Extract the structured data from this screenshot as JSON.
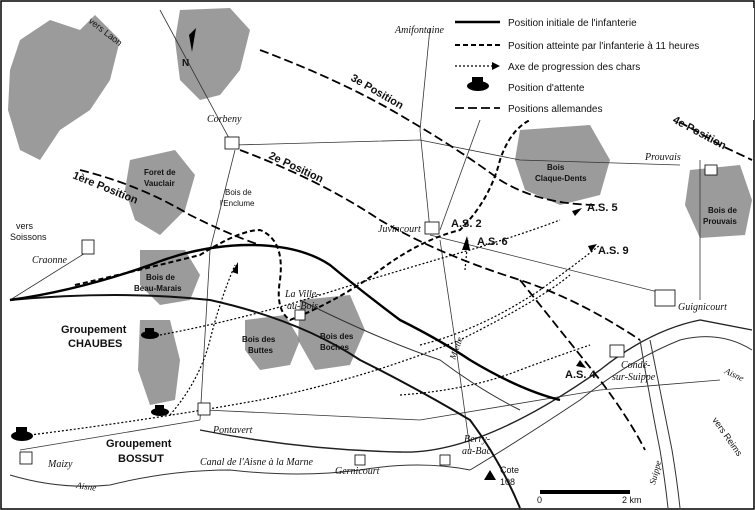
{
  "legend": {
    "items": [
      {
        "key": "initial",
        "label": "Position initiale de l'infanterie"
      },
      {
        "key": "reached",
        "label": "Position atteinte par l'infanterie à 11 heures"
      },
      {
        "key": "axis",
        "label": "Axe de progression des chars"
      },
      {
        "key": "waiting",
        "label": "Position d'attente"
      },
      {
        "key": "german",
        "label": "Positions allemandes"
      }
    ]
  },
  "positions": {
    "first": "1ère Position",
    "second": "2e Position",
    "third": "3e Position",
    "fourth": "4e Position"
  },
  "towns": {
    "amifontaine": "Amifontaine",
    "corbeny": "Corbeny",
    "craonne": "Craonne",
    "juvincourt": "Juvincourt",
    "la_ville_au_bois_1": "La Ville-",
    "la_ville_au_bois_2": "au-Bois",
    "prouvais": "Prouvais",
    "guignicourt": "Guignicourt",
    "conde_1": "Condé-",
    "conde_2": "sur-Suippe",
    "pontavert": "Pontavert",
    "maizy": "Maizy",
    "gernicourt": "Gernicourt",
    "berry_1": "Berry-",
    "berry_2": "au-Bac"
  },
  "woods": {
    "vauclair_1": "Foret de",
    "vauclair_2": "Vauclair",
    "enclume_1": "Bois de",
    "enclume_2": "l'Enclume",
    "beau_marais_1": "Bois de",
    "beau_marais_2": "Beau-Marais",
    "buttes_1": "Bois des",
    "buttes_2": "Buttes",
    "boches_1": "Bois des",
    "boches_2": "Boches",
    "claque_1": "Bois",
    "claque_2": "Claque-Dents",
    "prouvais_1": "Bois de",
    "prouvais_2": "Prouvais"
  },
  "groups": {
    "chaubes_1": "Groupement",
    "chaubes_2": "CHAUBES",
    "bossut_1": "Groupement",
    "bossut_2": "BOSSUT"
  },
  "assault": {
    "as2": "A.S. 2",
    "as4": "A.S. 4",
    "as5": "A.S. 5",
    "as6": "A.S. 6",
    "as9": "A.S. 9"
  },
  "directions": {
    "laon": "vers Laon",
    "soissons_1": "vers",
    "soissons_2": "Soissons",
    "reims": "vers Reims"
  },
  "waterways": {
    "canal": "Canal de l'Aisne à la Marne",
    "aisne_west": "Aisne",
    "aisne_east": "Aisne",
    "miette": "Miette",
    "suippe": "Suippe"
  },
  "height": {
    "line1": "Cote",
    "line2": "108"
  },
  "north": "N",
  "scale": {
    "start": "0",
    "end": "2 km"
  }
}
